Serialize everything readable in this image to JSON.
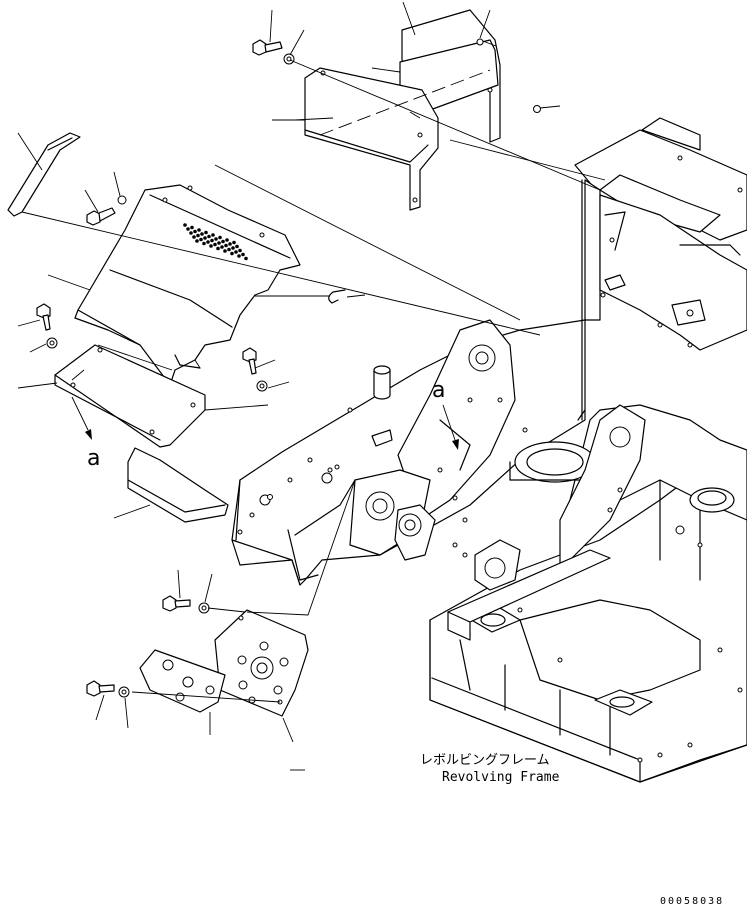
{
  "labels": {
    "frame_name_jp": "レボルビングフレーム",
    "frame_name_en": "Revolving Frame",
    "detail_ref_1": "a",
    "detail_ref_2": "a",
    "drawing_code": "00058038"
  }
}
